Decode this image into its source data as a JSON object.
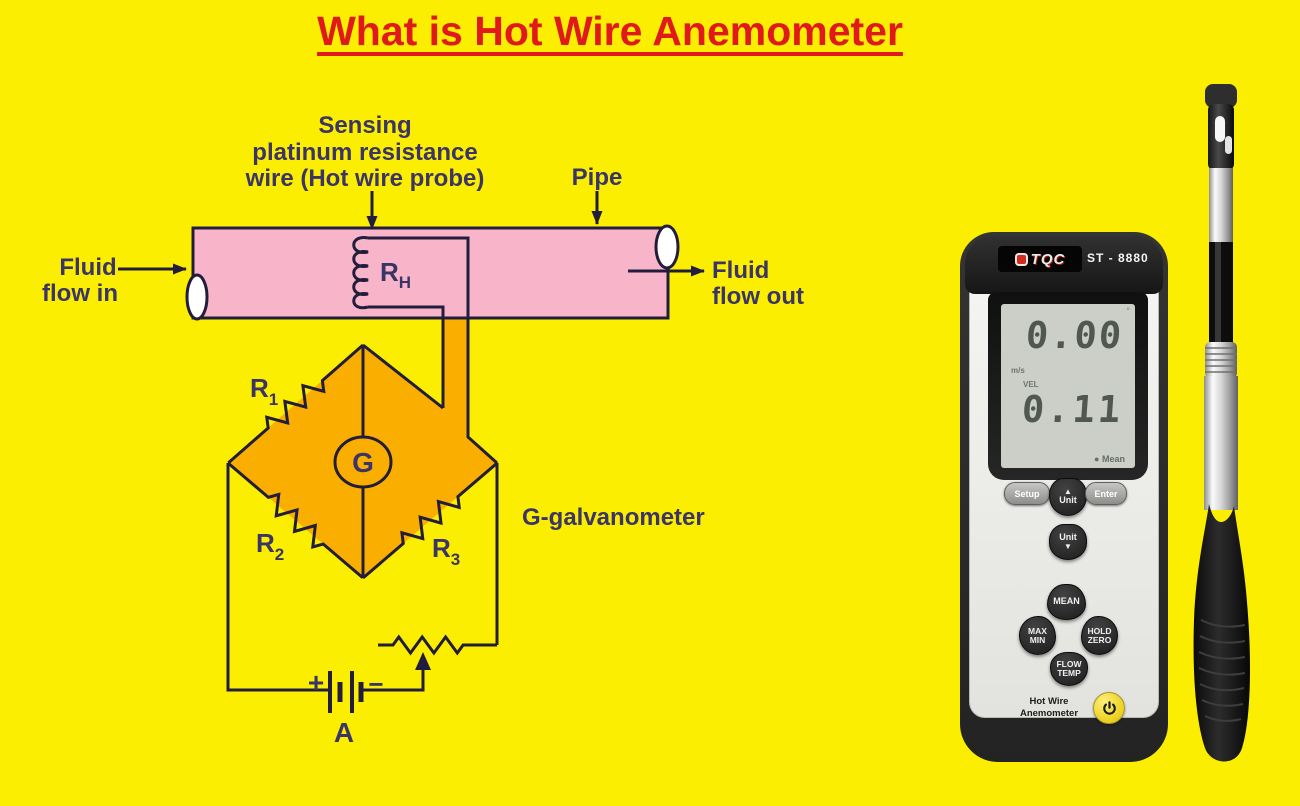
{
  "title": "What is Hot Wire Anemometer",
  "colors": {
    "background": "#FBEE00",
    "title_red": "#E01A1A",
    "diagram_text": "#3A3566",
    "line_dark": "#221D3D",
    "pipe_pink": "#F8B5C9",
    "bridge_orange": "#F9AE00",
    "lcd_background": "#CBCFC7",
    "power_button_yellow": "#ECD01D"
  },
  "diagram": {
    "sensing_label": [
      "Sensing",
      "platinum resistance",
      "wire (Hot wire probe)"
    ],
    "pipe_label": "Pipe",
    "fluid_in": [
      "Fluid",
      "flow in"
    ],
    "fluid_out": [
      "Fluid",
      "flow out"
    ],
    "hot_wire_resistor": {
      "base": "R",
      "sub": "H"
    },
    "resistors": [
      {
        "base": "R",
        "sub": "1"
      },
      {
        "base": "R",
        "sub": "2"
      },
      {
        "base": "R",
        "sub": "3"
      }
    ],
    "galvanometer_symbol": "G",
    "galvanometer_label": "G-galvanometer",
    "battery": {
      "plus": "+",
      "minus": "−",
      "label": "A"
    }
  },
  "device": {
    "brand": "TQC",
    "model": "ST - 8880",
    "lcd": {
      "deg_mark": "°",
      "primary": "0.00",
      "unit": "m/s",
      "secondary_label": "VEL",
      "secondary": "0.11",
      "mode": "● Mean"
    },
    "buttons": {
      "setup": "Setup",
      "enter": "Enter",
      "unit_up": "Unit",
      "unit_up_arrow": "▲",
      "unit_down": "Unit",
      "unit_down_arrow": "▼",
      "mean": "MEAN",
      "max_min": [
        "MAX",
        "MIN"
      ],
      "hold_zero": [
        "HOLD",
        "ZERO"
      ],
      "flow_temp": [
        "FLOW",
        "TEMP"
      ]
    },
    "label": [
      "Hot Wire",
      "Anemometer"
    ]
  }
}
